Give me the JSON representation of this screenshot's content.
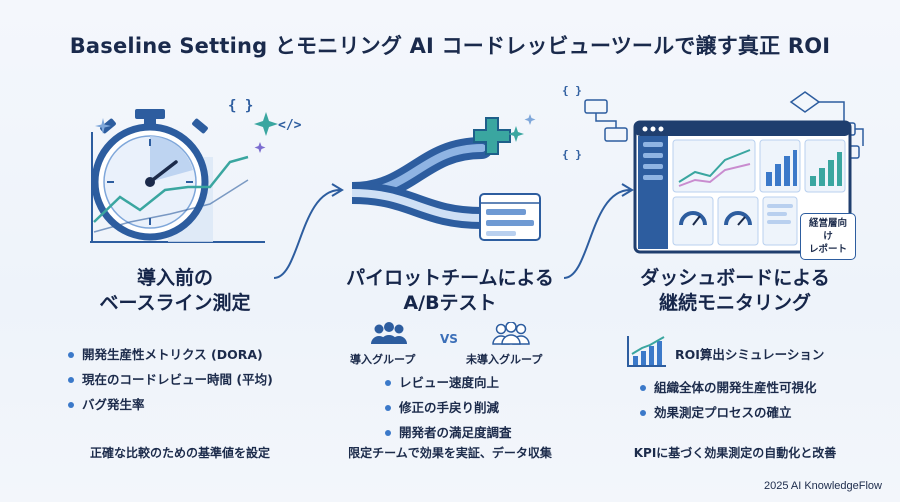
{
  "title": "Baseline Setting とモニリング AI コードレッビューツールで譲す真正 ROI",
  "steps": [
    {
      "heading_line1": "導入前の",
      "heading_line2": "ベースライン測定",
      "bullets": [
        "開発生産性メトリクス (DORA)",
        "現在のコードレビュー時間 (平均)",
        "バグ発生率"
      ],
      "footer": "正確な比較のための基準値を設定"
    },
    {
      "heading_line1": "パイロットチームによる",
      "heading_line2": "A/Bテスト",
      "group_a": "導入グループ",
      "vs": "VS",
      "group_b": "未導入グループ",
      "bullets": [
        "レビュー速度向上",
        "修正の手戻り削減",
        "開発者の満足度調査"
      ],
      "footer": "限定チームで効果を実証、データ収集"
    },
    {
      "heading_line1": "ダッシュボードによる",
      "heading_line2": "継続モニタリング",
      "roi_label": "ROI算出シミュレーション",
      "report_tag_line1": "経営層向け",
      "report_tag_line2": "レポート",
      "bullets": [
        "組織全体の開発生産性可視化",
        "効果測定プロセスの確立"
      ],
      "footer": "KPIに基づく効果測定の自動化と改善"
    }
  ],
  "code_glyphs": {
    "braces": "{ }",
    "slash": "</>"
  },
  "credit": "2025 AI KnowledgeFlow",
  "colors": {
    "primary": "#2d5d9f",
    "accent": "#3b79c9",
    "light": "#cfe0f5",
    "teal": "#3aa6a0"
  }
}
